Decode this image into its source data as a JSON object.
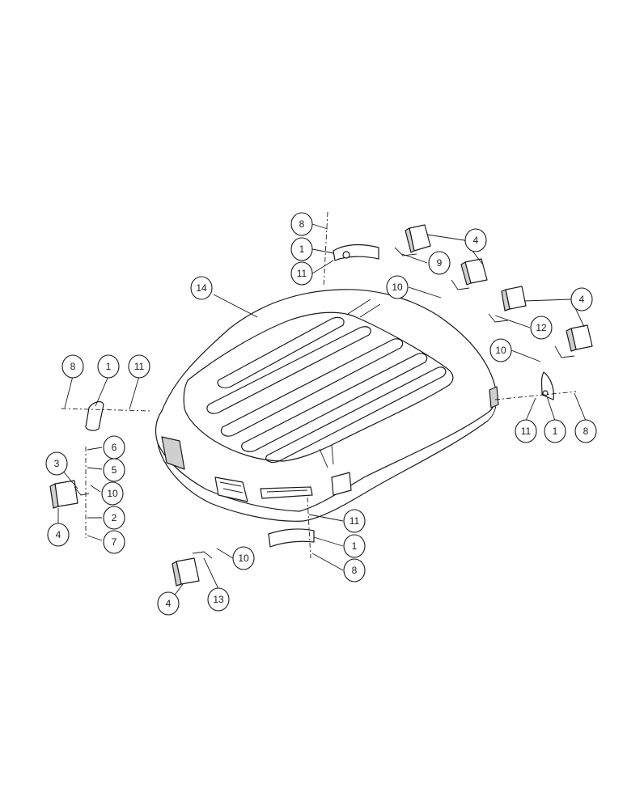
{
  "diagram": {
    "callouts": [
      {
        "id": "c-8-top",
        "label": "8"
      },
      {
        "id": "c-1-top",
        "label": "1"
      },
      {
        "id": "c-11-top",
        "label": "11"
      },
      {
        "id": "c-14",
        "label": "14"
      },
      {
        "id": "c-4-top-a",
        "label": "4"
      },
      {
        "id": "c-9",
        "label": "9"
      },
      {
        "id": "c-10-top",
        "label": "10"
      },
      {
        "id": "c-4-right",
        "label": "4"
      },
      {
        "id": "c-12",
        "label": "12"
      },
      {
        "id": "c-10-right",
        "label": "10"
      },
      {
        "id": "c-8-left",
        "label": "8"
      },
      {
        "id": "c-1-left",
        "label": "1"
      },
      {
        "id": "c-11-left",
        "label": "11"
      },
      {
        "id": "c-11-right",
        "label": "11"
      },
      {
        "id": "c-1-right",
        "label": "1"
      },
      {
        "id": "c-8-right",
        "label": "8"
      },
      {
        "id": "c-6",
        "label": "6"
      },
      {
        "id": "c-5",
        "label": "5"
      },
      {
        "id": "c-3",
        "label": "3"
      },
      {
        "id": "c-10-left",
        "label": "10"
      },
      {
        "id": "c-4-left",
        "label": "4"
      },
      {
        "id": "c-2",
        "label": "2"
      },
      {
        "id": "c-7",
        "label": "7"
      },
      {
        "id": "c-11-bottom",
        "label": "11"
      },
      {
        "id": "c-1-bottom",
        "label": "1"
      },
      {
        "id": "c-8-bottom",
        "label": "8"
      },
      {
        "id": "c-10-bottom",
        "label": "10"
      },
      {
        "id": "c-13",
        "label": "13"
      },
      {
        "id": "c-4-bottom",
        "label": "4"
      }
    ]
  }
}
